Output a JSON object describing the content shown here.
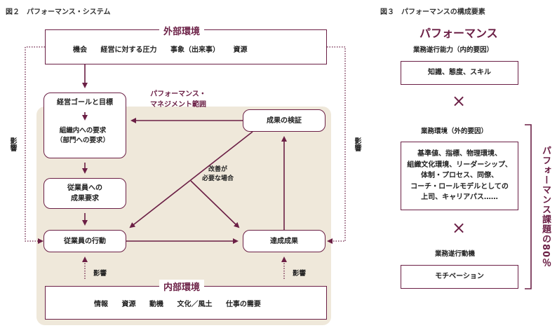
{
  "fig2": {
    "title": "図２　パフォーマンス・システム",
    "external": {
      "title": "外部環境",
      "items": [
        "機会",
        "経営に対する圧力",
        "事象（出来事）",
        "資源"
      ]
    },
    "scope_label": "パフォーマンス・\nマネジメント範囲",
    "goals": "経営ゴールと目標",
    "org_req": "組織内への要求\n（部門への要求）",
    "emp_req": "従業員への\n成果要求",
    "emp_action": "従業員の行動",
    "verify": "成果の検証",
    "achieve": "達成成果",
    "improve_note": "改善が\n必要な場合",
    "influence_left": "影響",
    "influence_right": "影響",
    "influence_bottom_left": "影響",
    "influence_bottom_right": "影響",
    "internal": {
      "title": "内部環境",
      "items": [
        "情報",
        "資源",
        "動機",
        "文化／風土",
        "仕事の需要"
      ]
    }
  },
  "fig3": {
    "title": "図３　パフォーマンスの構成要素",
    "heading": "パフォーマンス",
    "internal_label": "業務遂行能力（内的要因）",
    "internal_box": "知識、態度、スキル",
    "times1": "×",
    "external_label": "業務環境（外的要因）",
    "external_box": "基準値、指標、物理環境、\n組織文化環境、リーダーシップ、\n体制・プロセス、同僚、\nコーチ・ロールモデルとしての\n上司、キャリアパス……",
    "times2": "×",
    "motive_label": "業務遂行動機",
    "motive_box": "モチベーション",
    "bracket_label": "パフォーマンス課題の80％"
  },
  "colors": {
    "accent": "#6b1f45",
    "panel": "#efe8da",
    "text": "#222222"
  }
}
